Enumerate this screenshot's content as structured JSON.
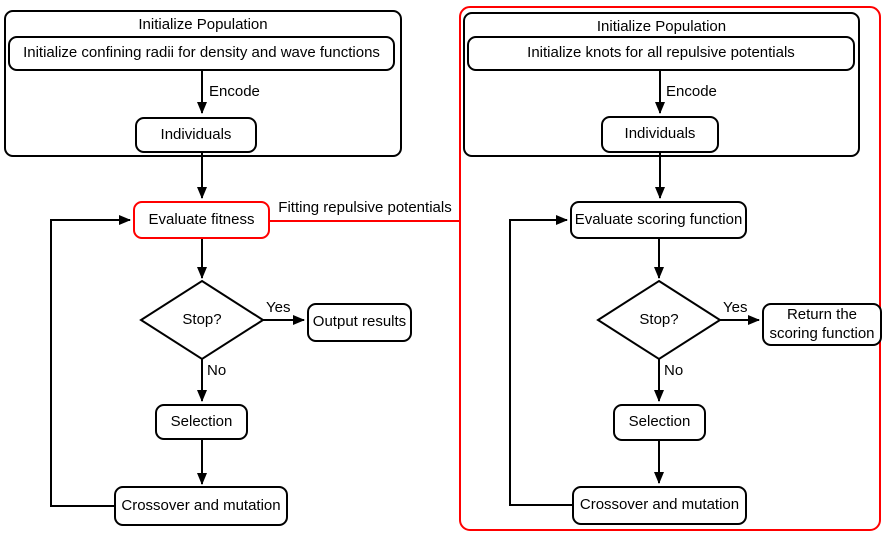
{
  "colors": {
    "red": "#ff0000",
    "black": "#000000",
    "background": "#ffffff"
  },
  "connector": {
    "label": "Fitting repulsive potentials"
  },
  "left_flow": {
    "group_title": "Initialize Population",
    "init_step": "Initialize confining radii for density and wave functions",
    "encode_label": "Encode",
    "individuals_label": "Individuals",
    "evaluate_label": "Evaluate fitness",
    "decision_label": "Stop?",
    "yes_label": "Yes",
    "no_label": "No",
    "output_label": "Output results",
    "selection_label": "Selection",
    "crossover_label": "Crossover and mutation"
  },
  "right_flow": {
    "group_title": "Initialize Population",
    "init_step": "Initialize knots for all repulsive potentials",
    "encode_label": "Encode",
    "individuals_label": "Individuals",
    "evaluate_label": "Evaluate scoring function",
    "decision_label": "Stop?",
    "yes_label": "Yes",
    "no_label": "No",
    "return_label": "Return the scoring function",
    "selection_label": "Selection",
    "crossover_label": "Crossover and mutation"
  }
}
